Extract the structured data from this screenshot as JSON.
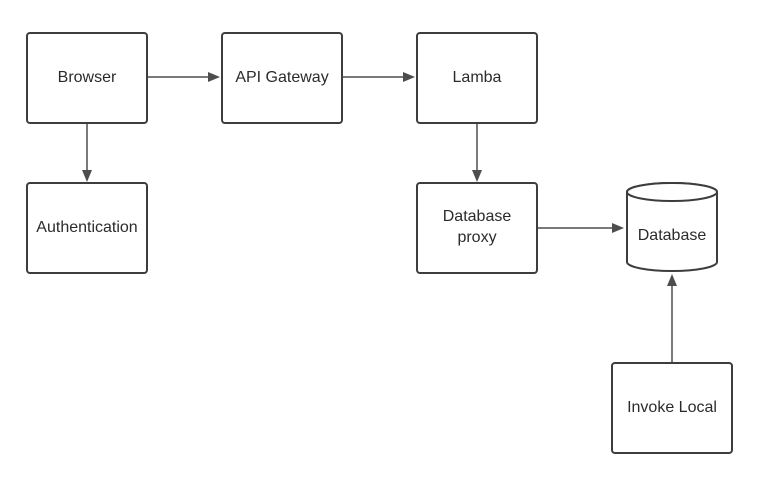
{
  "diagram": {
    "nodes": {
      "browser": {
        "label": "Browser"
      },
      "api_gateway": {
        "label": "API Gateway"
      },
      "lamba": {
        "label": "Lamba"
      },
      "authentication": {
        "label": "Authentication"
      },
      "database_proxy": {
        "label_line1": "Database",
        "label_line2": "proxy"
      },
      "database": {
        "label": "Database",
        "shape": "cylinder"
      },
      "invoke_local": {
        "label": "Invoke Local"
      }
    },
    "edges": [
      {
        "from": "browser",
        "to": "api_gateway"
      },
      {
        "from": "api_gateway",
        "to": "lamba"
      },
      {
        "from": "browser",
        "to": "authentication"
      },
      {
        "from": "lamba",
        "to": "database_proxy"
      },
      {
        "from": "database_proxy",
        "to": "database"
      },
      {
        "from": "invoke_local",
        "to": "database"
      }
    ],
    "colors": {
      "stroke": "#3d3d3d",
      "edge": "#4d4d4d",
      "text": "#2b2b2b",
      "fill": "#ffffff"
    }
  }
}
